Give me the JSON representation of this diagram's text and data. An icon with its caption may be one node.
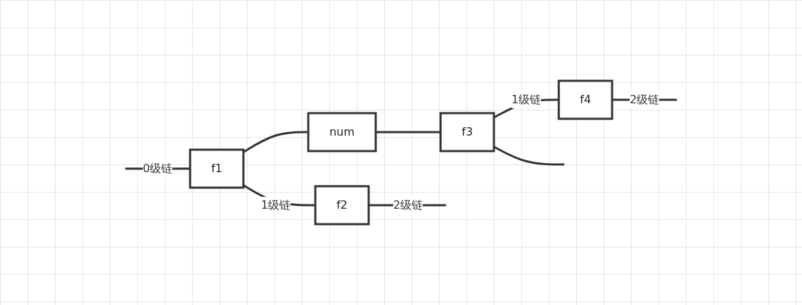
{
  "diagram": {
    "nodes": [
      {
        "text": [
          "f1"
        ]
      },
      {
        "text": [
          "num"
        ]
      },
      {
        "text": [
          "f3"
        ]
      },
      {
        "text": [
          "f2"
        ]
      },
      {
        "text": [
          "f4"
        ]
      }
    ],
    "edges": [
      {
        "from": null,
        "to": 0,
        "arrow": "none",
        "label": "0级链"
      },
      {
        "from": 0,
        "to": 1,
        "arrow": "none"
      },
      {
        "from": 1,
        "to": 2,
        "arrow": "none"
      },
      {
        "from": 2,
        "to": null,
        "arrow": "none"
      },
      {
        "from": 0,
        "to": 3,
        "arrow": "none",
        "label": "1级链"
      },
      {
        "from": 2,
        "to": 4,
        "arrow": "none",
        "label": "1级链"
      },
      {
        "from": 3,
        "to": null,
        "arrow": "none",
        "label": "2级链"
      },
      {
        "from": 4,
        "to": null,
        "arrow": "none",
        "label": "2级链"
      }
    ]
  }
}
